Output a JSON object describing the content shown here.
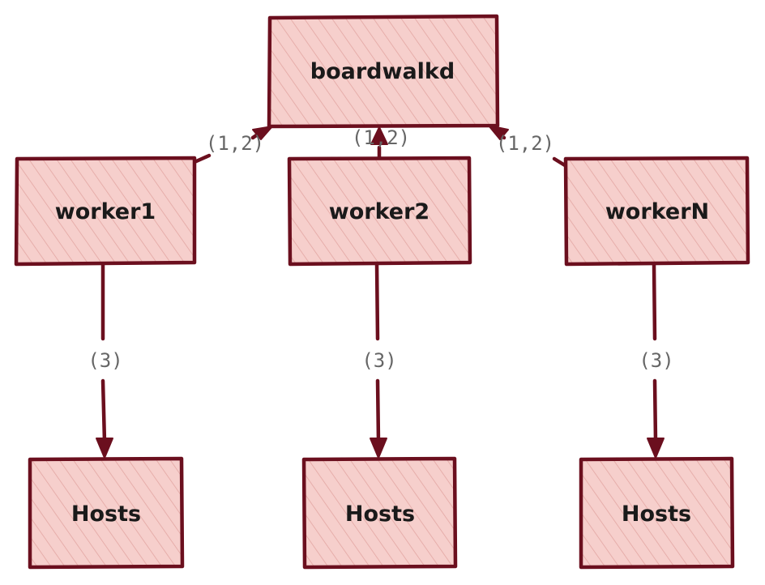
{
  "colors": {
    "node_fill": "#f6cfcc",
    "node_stroke": "#6b0f1e",
    "hatch": "#e3a6a2",
    "label_text": "#1a1a1a",
    "edge_label_text": "#666666"
  },
  "nodes": {
    "boardwalkd": {
      "label": "boardwalkd"
    },
    "worker1": {
      "label": "worker1"
    },
    "worker2": {
      "label": "worker2"
    },
    "workerN": {
      "label": "workerN"
    },
    "hosts1": {
      "label": "Hosts"
    },
    "hosts2": {
      "label": "Hosts"
    },
    "hostsN": {
      "label": "Hosts"
    }
  },
  "edges": {
    "worker1_to_boardwalkd": {
      "from": "worker1",
      "to": "boardwalkd",
      "label": "(1,2)"
    },
    "worker2_to_boardwalkd": {
      "from": "worker2",
      "to": "boardwalkd",
      "label": "(1,2)"
    },
    "workerN_to_boardwalkd": {
      "from": "workerN",
      "to": "boardwalkd",
      "label": "(1,2)"
    },
    "worker1_to_hosts1": {
      "from": "worker1",
      "to": "hosts1",
      "label": "(3)"
    },
    "worker2_to_hosts2": {
      "from": "worker2",
      "to": "hosts2",
      "label": "(3)"
    },
    "workerN_to_hostsN": {
      "from": "workerN",
      "to": "hostsN",
      "label": "(3)"
    }
  }
}
